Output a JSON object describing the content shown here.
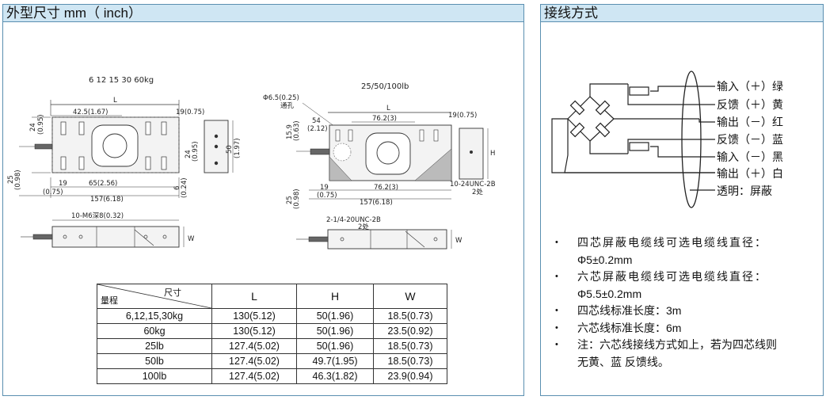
{
  "left_panel": {
    "title": "外型尺寸 mm（ inch）",
    "drawing_a": {
      "caption": "6 12 15 30 60kg",
      "dim_L": "L",
      "dim_top_42": "42.5(1.67)",
      "dim_top_19": "19(0.75)",
      "dim_left_24": "24",
      "dim_left_24i": "(0.95)",
      "dim_left_25": "25",
      "dim_left_25i": "(0.98)",
      "dim_mid_24": "24",
      "dim_mid_24i": "(0.95)",
      "dim_mid_6": "6",
      "dim_mid_6i": "(0.24)",
      "dim_bot_19": "19",
      "dim_bot_19i": "(0.75)",
      "dim_bot_65": "65(2.56)",
      "dim_bot_157": "157(6.18)",
      "dim_side_50": "50",
      "dim_side_50i": "(1.97)",
      "thread": "10-M6深8(0.32)",
      "dim_W": "W"
    },
    "drawing_b": {
      "caption": "25/50/100lb",
      "hole": "Φ6.5(0.25)",
      "hole_note": "通孔",
      "dim_L": "L",
      "dim_54": "54",
      "dim_54i": "(2.12)",
      "dim_76_top": "76.2(3)",
      "dim_top_19": "19(0.75)",
      "dim_left_15": "15.9",
      "dim_left_15i": "(0.63)",
      "dim_left_25": "25",
      "dim_left_25i": "(0.98)",
      "dim_bot_19": "19",
      "dim_bot_19i": "(0.75)",
      "dim_76_bot": "76.2(3)",
      "dim_157": "157(6.18)",
      "thread_side": "10-24UNC-2B",
      "thread_side_count": "2处",
      "dim_H": "H",
      "thread_top": "2-1/4-20UNC-2B",
      "thread_top_count": "2处",
      "dim_W": "W"
    },
    "table": {
      "header_dim": "尺寸",
      "header_range": "量程",
      "columns": [
        "L",
        "H",
        "W"
      ],
      "rows": [
        [
          "6,12,15,30kg",
          "130(5.12)",
          "50(1.96)",
          "18.5(0.73)"
        ],
        [
          "60kg",
          "130(5.12)",
          "50(1.96)",
          "23.5(0.92)"
        ],
        [
          "25lb",
          "127.4(5.02)",
          "50(1.96)",
          "18.5(0.73)"
        ],
        [
          "50lb",
          "127.4(5.02)",
          "49.7(1.95)",
          "18.5(0.73)"
        ],
        [
          "100lb",
          "127.4(5.02)",
          "46.3(1.82)",
          "23.9(0.94)"
        ]
      ]
    }
  },
  "right_panel": {
    "title": "接线方式",
    "wires": [
      "输入（＋）绿",
      "反馈（＋）黄",
      "输出（－）红",
      "反馈（－）蓝",
      "输入（－）黑",
      "输出（＋）白",
      "透明：屏蔽"
    ],
    "notes": [
      {
        "l1": "四芯屏蔽电缆线可选电缆线直径：",
        "l2": "Φ5±0.2mm"
      },
      {
        "l1": "六芯屏蔽电缆线可选电缆线直径：",
        "l2": "Φ5.5±0.2mm"
      },
      {
        "l1": "四芯线标准长度：3m",
        "l2": ""
      },
      {
        "l1": "六芯线标准长度：6m",
        "l2": ""
      },
      {
        "l1": "注：六芯线接线方式如上，若为四芯线则",
        "l2": "无黄、蓝 反馈线。"
      }
    ]
  }
}
